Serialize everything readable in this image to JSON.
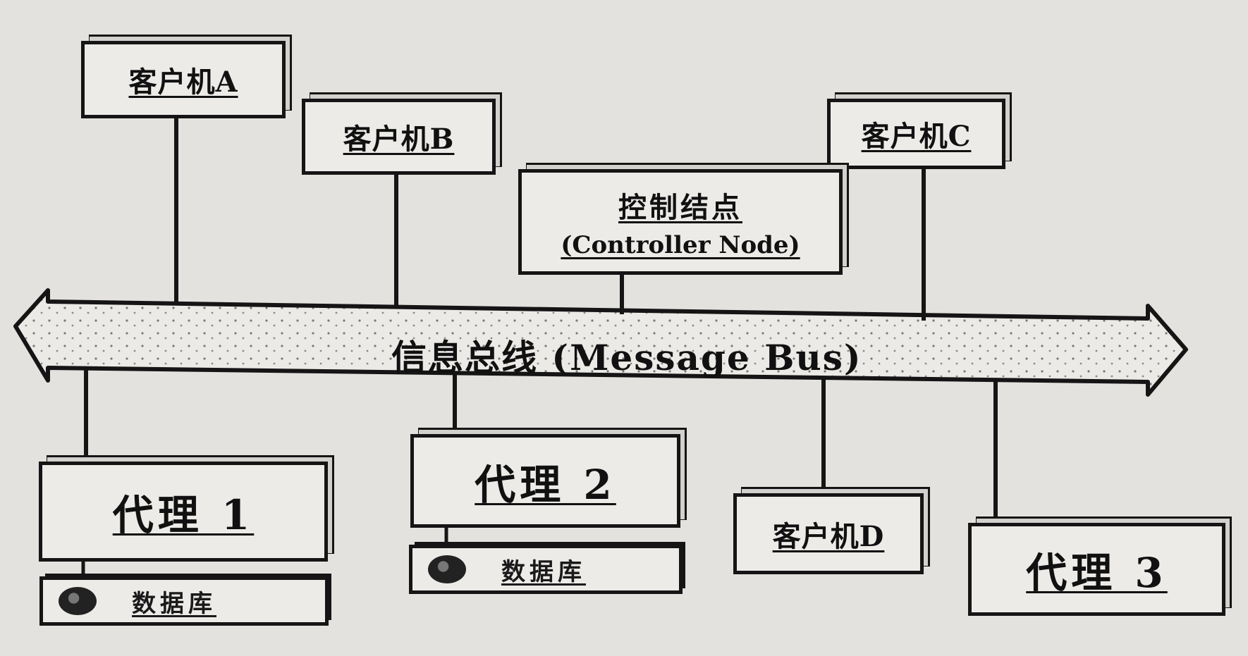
{
  "message_bus": {
    "label": "信息总线 (Message Bus)"
  },
  "controller": {
    "title": "控制结点",
    "subtitle": "(Controller Node)"
  },
  "clients": {
    "a": "客户机A",
    "b": "客户机B",
    "c": "客户机C",
    "d": "客户机D"
  },
  "agents": {
    "agent1": "代理 1",
    "agent2": "代理 2",
    "agent3": "代理 3"
  },
  "databases": {
    "db1": "数据库",
    "db2": "数据库"
  }
}
